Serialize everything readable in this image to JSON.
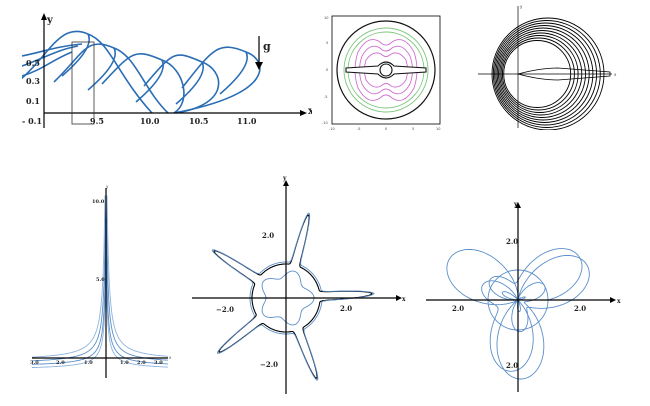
{
  "colors": {
    "wave_blue": "#2a6db5",
    "curve_blue": "#5b8fc9",
    "light_blue": "#8fb3dd",
    "green": "#7bc67b",
    "magenta": "#d06fd0",
    "black": "#000000"
  },
  "panel_waves": {
    "x_label": "x",
    "y_label": "y",
    "g_label": "g",
    "y_ticks": [
      "0.5",
      "0.3",
      "0.1",
      "- 0.1"
    ],
    "x_ticks": [
      "9.5",
      "10.0",
      "10.5",
      "11.0"
    ]
  },
  "panel_contour": {
    "x_ticks": [
      "-10",
      "-5",
      "0",
      "5",
      "10"
    ],
    "y_ticks": [
      "10",
      "5",
      "0",
      "-5",
      "-10"
    ]
  },
  "panel_circles": {
    "x_label": "x",
    "y_label": "y"
  },
  "panel_spike": {
    "y_label": "y",
    "x_label": "x",
    "y_ticks": [
      "10.0",
      "5.0"
    ],
    "x_ticks_left": [
      "3.0",
      "2.0",
      "1.0"
    ],
    "x_ticks_right": [
      "1.0",
      "2.0",
      "3.0"
    ]
  },
  "panel_star": {
    "y_label": "y",
    "x_label": "x",
    "tick_up": "2.0",
    "tick_down": "−2.0",
    "tick_left": "−2.0",
    "tick_right": "2.0"
  },
  "panel_rosette": {
    "y_label": "y",
    "x_label": "x",
    "tick_up": "2.0",
    "tick_down": "2.0",
    "tick_left": "2.0",
    "tick_right": "2.0"
  }
}
